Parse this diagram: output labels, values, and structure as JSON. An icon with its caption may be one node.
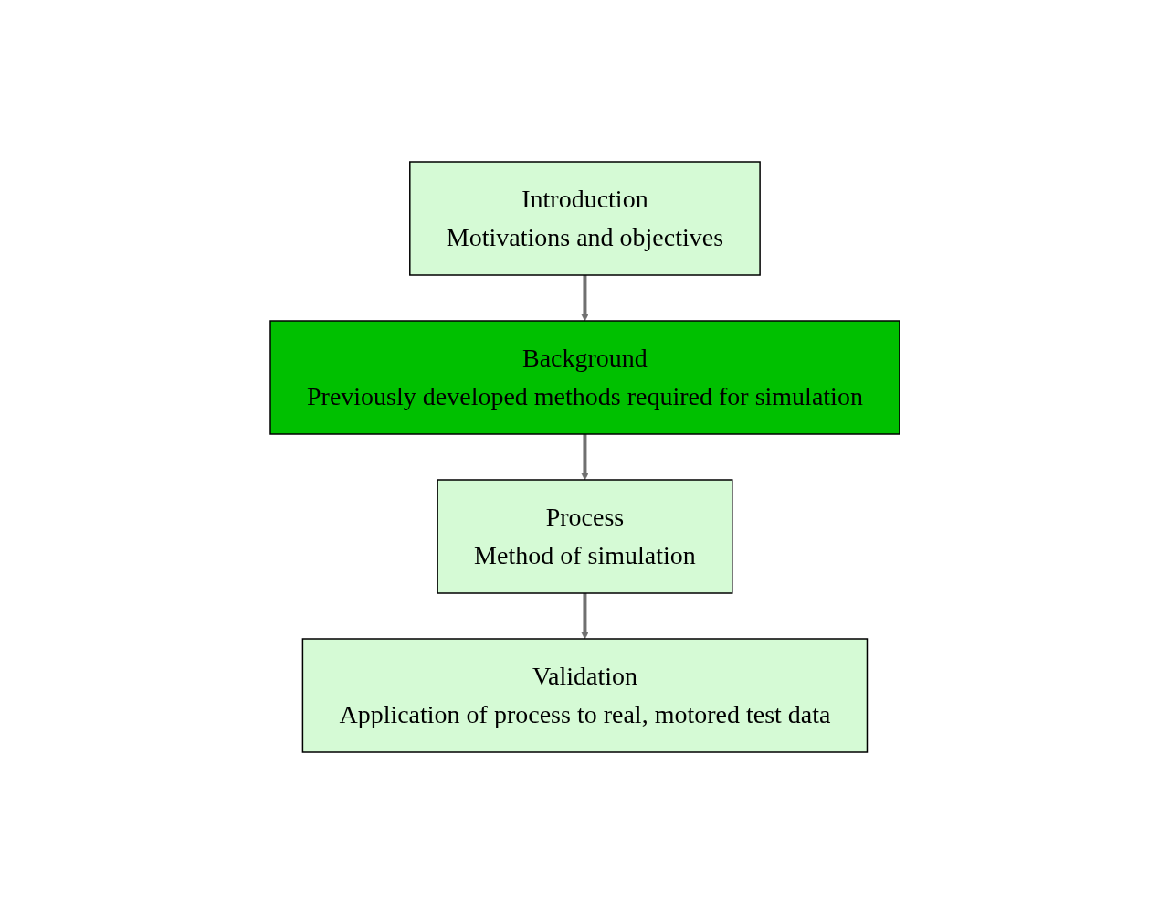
{
  "diagram": {
    "nodes": [
      {
        "text": [
          "Introduction",
          "Motivations and objectives"
        ]
      },
      {
        "text": [
          "Background",
          "Previously developed methods required for simulation"
        ]
      },
      {
        "text": [
          "Process",
          "Method of simulation"
        ]
      },
      {
        "text": [
          "Validation",
          "Application of process to real, motored test data"
        ]
      }
    ],
    "edges": [
      {
        "from": 0,
        "to": 1,
        "arrow": "to"
      },
      {
        "from": 1,
        "to": 2,
        "arrow": "to"
      },
      {
        "from": 2,
        "to": 3,
        "arrow": "to"
      }
    ]
  }
}
